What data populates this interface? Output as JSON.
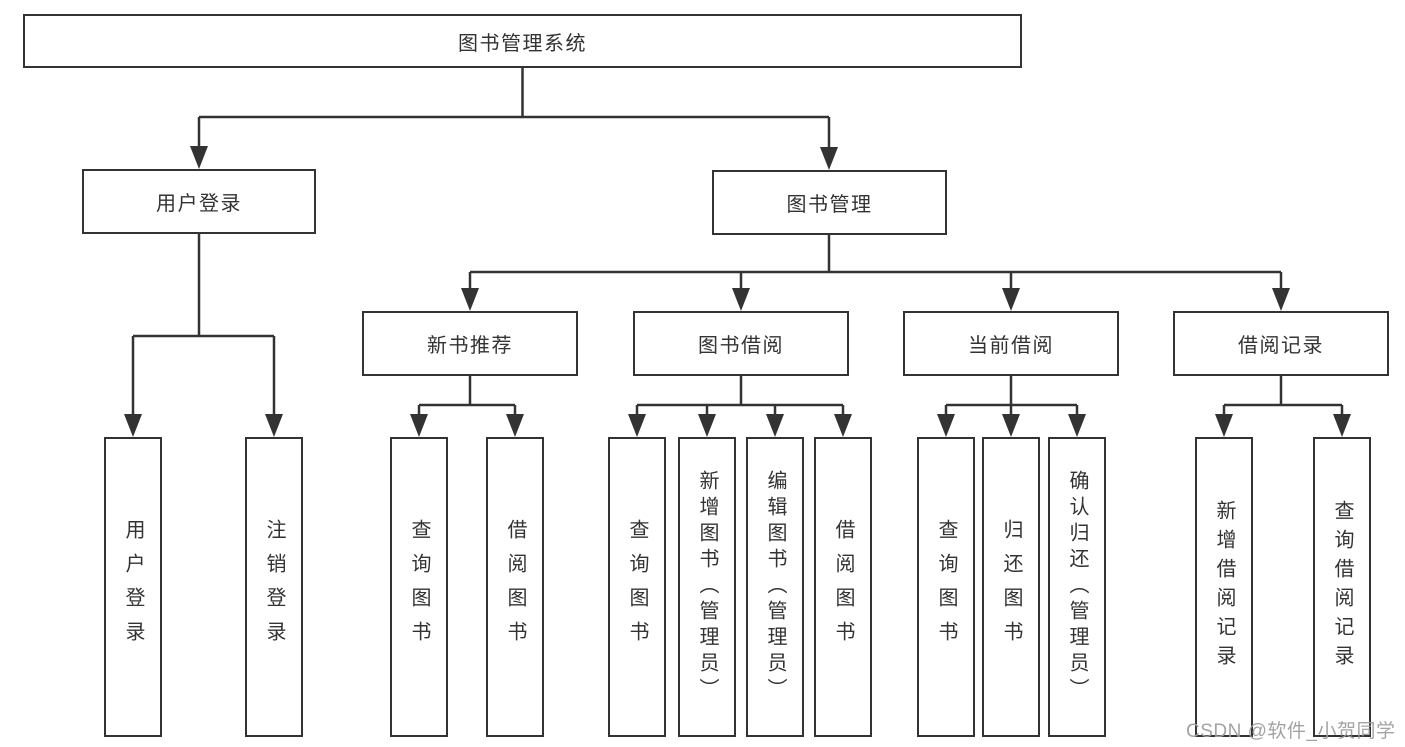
{
  "tree": {
    "label": "图书管理系统",
    "children": [
      {
        "label": "用户登录",
        "children": [
          {
            "label": "用户登录"
          },
          {
            "label": "注销登录"
          }
        ]
      },
      {
        "label": "图书管理",
        "children": [
          {
            "label": "新书推荐",
            "children": [
              {
                "label": "查询图书"
              },
              {
                "label": "借阅图书"
              }
            ]
          },
          {
            "label": "图书借阅",
            "children": [
              {
                "label": "查询图书"
              },
              {
                "label": "新增图书（管理员）"
              },
              {
                "label": "编辑图书（管理员）"
              },
              {
                "label": "借阅图书"
              }
            ]
          },
          {
            "label": "当前借阅",
            "children": [
              {
                "label": "查询图书"
              },
              {
                "label": "归还图书"
              },
              {
                "label": "确认归还（管理员）"
              }
            ]
          },
          {
            "label": "借阅记录",
            "children": [
              {
                "label": "新增借阅记录"
              },
              {
                "label": "查询借阅记录"
              }
            ]
          }
        ]
      }
    ]
  },
  "watermark": {
    "text": "CSDN @软件_小贺同学"
  },
  "colors": {
    "line": "#333333",
    "box_border": "#333333",
    "box_fill": "#ffffff",
    "text": "#333333",
    "watermark": "#9e9e9e",
    "background": "#ffffff"
  }
}
